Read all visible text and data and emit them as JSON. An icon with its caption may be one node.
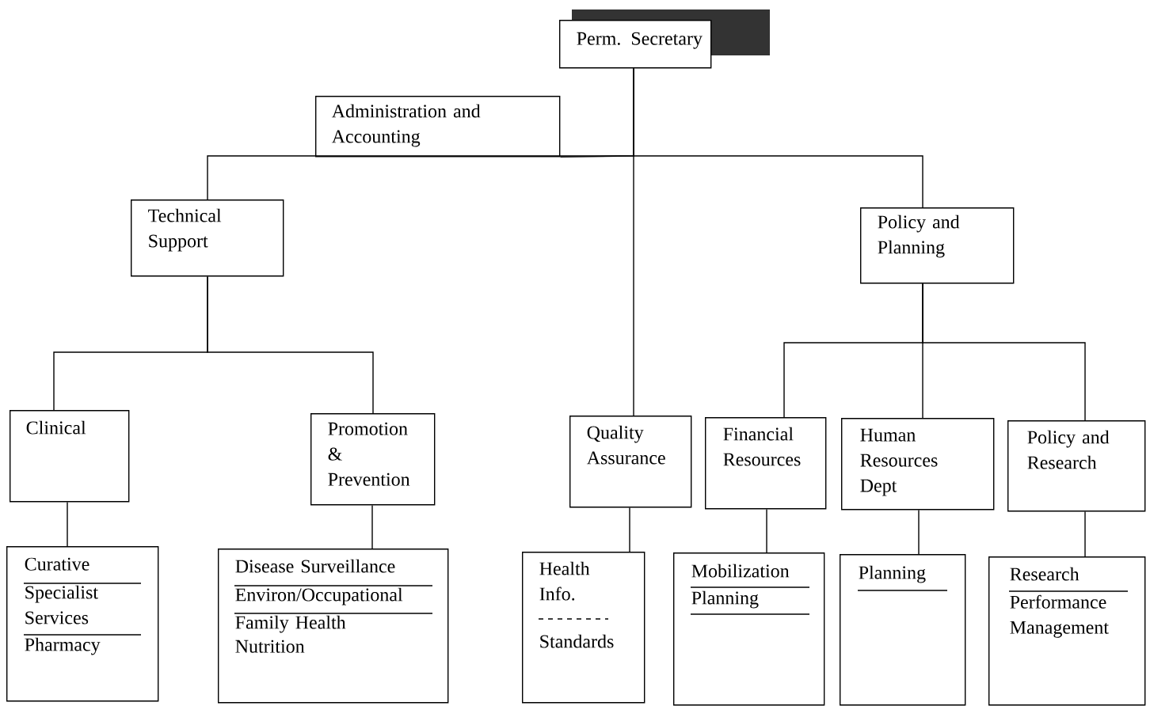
{
  "diagram": {
    "nodes": [
      {
        "text": [
          "Perm. Secretary"
        ]
      },
      {
        "text": [
          "Administration and Accounting"
        ]
      },
      {
        "text": [
          "Technical Support"
        ]
      },
      {
        "text": [
          "Policy and Planning"
        ]
      },
      {
        "text": [
          "Clinical"
        ]
      },
      {
        "text": [
          "Promotion & Prevention"
        ]
      },
      {
        "text": [
          "Quality Assurance"
        ]
      },
      {
        "text": [
          "Financial Resources"
        ]
      },
      {
        "text": [
          "Human Resources Dept"
        ]
      },
      {
        "text": [
          "Policy and Research"
        ]
      },
      {
        "text": [
          "Curative",
          "Specialist Services",
          "Pharmacy"
        ]
      },
      {
        "text": [
          "Disease Surveillance",
          "Environ/Occupational",
          "Family Health",
          "Nutrition"
        ]
      },
      {
        "text": [
          "Health Info.",
          "Standards"
        ]
      },
      {
        "text": [
          "Mobilization",
          "Planning"
        ]
      },
      {
        "text": [
          "Planning"
        ]
      },
      {
        "text": [
          "Research",
          "Performance Management"
        ]
      }
    ],
    "edges": [
      {
        "from": 0,
        "to": 1,
        "arrow": "none"
      },
      {
        "from": 0,
        "to": 2,
        "arrow": "none"
      },
      {
        "from": 0,
        "to": 3,
        "arrow": "none"
      },
      {
        "from": 0,
        "to": 6,
        "arrow": "none"
      },
      {
        "from": 2,
        "to": 4,
        "arrow": "none"
      },
      {
        "from": 2,
        "to": 5,
        "arrow": "none"
      },
      {
        "from": 3,
        "to": 7,
        "arrow": "none"
      },
      {
        "from": 3,
        "to": 8,
        "arrow": "none"
      },
      {
        "from": 3,
        "to": 9,
        "arrow": "none"
      },
      {
        "from": 4,
        "to": 10,
        "arrow": "none"
      },
      {
        "from": 5,
        "to": 11,
        "arrow": "none"
      },
      {
        "from": 6,
        "to": 12,
        "arrow": "none"
      },
      {
        "from": 7,
        "to": 13,
        "arrow": "none"
      },
      {
        "from": 8,
        "to": 14,
        "arrow": "none"
      },
      {
        "from": 9,
        "to": 15,
        "arrow": "none"
      }
    ]
  }
}
